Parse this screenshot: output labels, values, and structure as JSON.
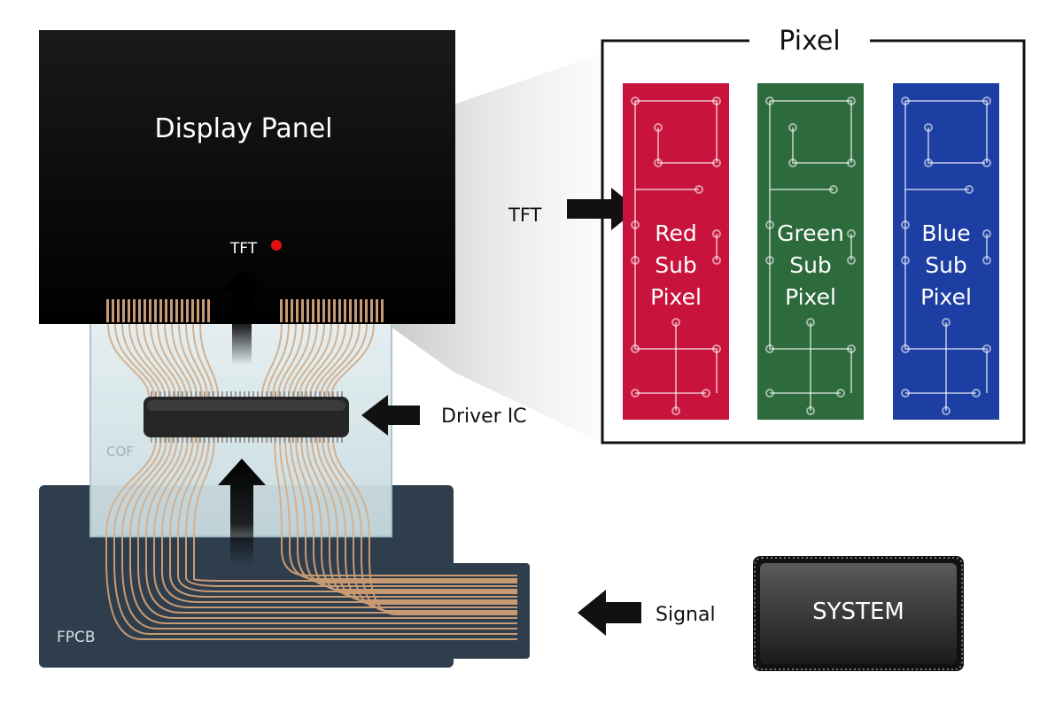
{
  "panel": {
    "title": "Display Panel",
    "tft_label": "TFT"
  },
  "cof_label": "COF",
  "fpcb_label": "FPCB",
  "driver_ic_label": "Driver IC",
  "signal_label": "Signal",
  "system_label": "SYSTEM",
  "pixel": {
    "title": "Pixel",
    "tft_label": "TFT",
    "subpixels": [
      {
        "line1": "Red",
        "line2": "Sub",
        "line3": "Pixel",
        "color": "#c8143c"
      },
      {
        "line1": "Green",
        "line2": "Sub",
        "line3": "Pixel",
        "color": "#2d6a3c"
      },
      {
        "line1": "Blue",
        "line2": "Sub",
        "line3": "Pixel",
        "color": "#1d3fa3"
      }
    ]
  },
  "colors": {
    "panel": "#050505",
    "fpcb": "#2f3e4d",
    "trace": "#c89a72",
    "tft_dot": "#e01010"
  }
}
